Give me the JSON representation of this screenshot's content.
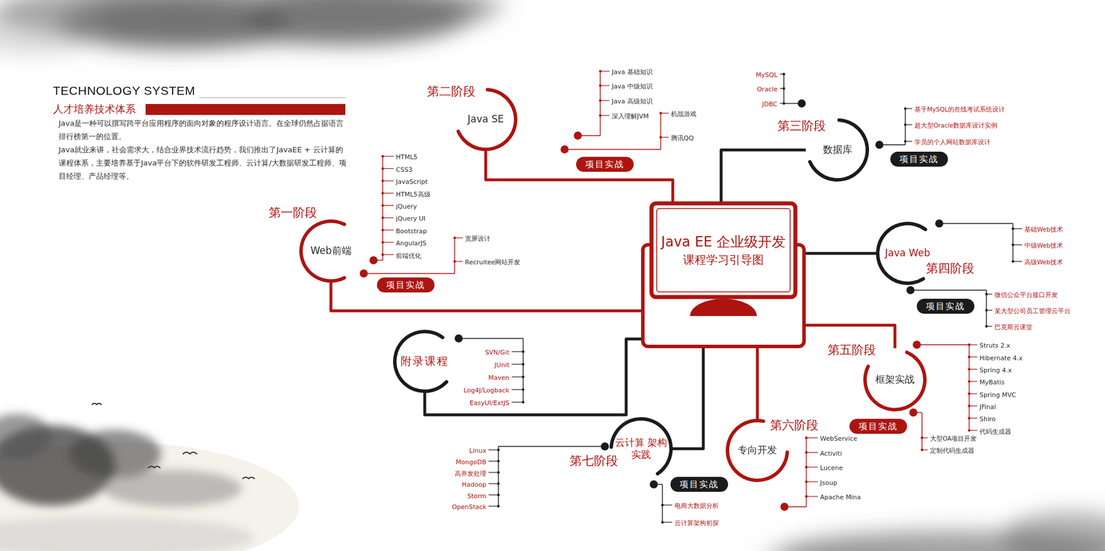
{
  "diagram": {
    "title": "TECHNOLOGY SYSTEM",
    "nodes": [
      {
        "text": [
          "Java EE 企业级开发",
          "课程学习引导图"
        ]
      },
      {
        "text": [
          "第一阶段",
          "Web前端"
        ]
      },
      {
        "text": [
          "项目实战"
        ]
      },
      {
        "text": [
          "第二阶段",
          "Java SE"
        ]
      },
      {
        "text": [
          "项目实战"
        ]
      },
      {
        "text": [
          "第三阶段",
          "数据库"
        ]
      },
      {
        "text": [
          "项目实战"
        ]
      },
      {
        "text": [
          "第四阶段",
          "Java Web"
        ]
      },
      {
        "text": [
          "项目实战"
        ]
      },
      {
        "text": [
          "第五阶段",
          "框架实战"
        ]
      },
      {
        "text": [
          "项目实战"
        ]
      },
      {
        "text": [
          "第六阶段",
          "专向开发"
        ]
      },
      {
        "text": [
          "附录课程"
        ]
      },
      {
        "text": [
          "第七阶段",
          "云计算 架构实践"
        ]
      },
      {
        "text": [
          "项目实战"
        ]
      }
    ],
    "edges": [
      {
        "from": 0,
        "to": 1,
        "arrow": "none"
      },
      {
        "from": 0,
        "to": 3,
        "arrow": "none"
      },
      {
        "from": 0,
        "to": 5,
        "arrow": "none"
      },
      {
        "from": 0,
        "to": 7,
        "arrow": "none"
      },
      {
        "from": 0,
        "to": 9,
        "arrow": "none"
      },
      {
        "from": 0,
        "to": 11,
        "arrow": "none"
      },
      {
        "from": 0,
        "to": 13,
        "arrow": "none"
      },
      {
        "from": 0,
        "to": 12,
        "arrow": "none"
      }
    ],
    "labels": [
      "人才培养技术体系",
      "Java是一种可以撰写跨平台应用程序的面向对象的程序设计语言。在全球仍然占据语言排行榜第一的位置。",
      "Java就业来讲，社会需求大，结合业界技术流行趋势，我们推出了JavaEE + 云计算的课程体系，主要培养基于Java平台下的软件研发工程师、云计算/大数据研发工程师、项目经理、产品经理等。",
      "HTML5",
      "CSS3",
      "JavaScript",
      "HTML5高级",
      "jQuery",
      "jQuery UI",
      "Bootstrap",
      "AngularJS",
      "前端优化",
      "宽屏设计",
      "Recruitee网站开发",
      "Java 基础知识",
      "Java 中级知识",
      "Java 高级知识",
      "深入理解JVM",
      "机战游戏",
      "腾讯QQ",
      "MySQL",
      "Oracle",
      "JDBC",
      "基于MySQL的在线考试系统设计",
      "超大型Oracle数据库设计实例",
      "学员的个人网站数据库设计",
      "基础Web技术",
      "中级Web技术",
      "高级Web技术",
      "微信公众平台接口开发",
      "某大型公司员工管理云平台",
      "巴克斯云课堂",
      "Struts 2.x",
      "Hibernate 4.x",
      "Spring 4.x",
      "MyBatis",
      "Spring MVC",
      "JFinal",
      "Shiro",
      "代码生成器",
      "大型OA项目开发",
      "定制代码生成器",
      "WebService",
      "Activiti",
      "Lucene",
      "Jsoup",
      "Apache Mina",
      "Linux",
      "MongoDB",
      "高并发处理",
      "Hadoop",
      "Storm",
      "OpenStack",
      "电商大数据分析",
      "云计算架构初探",
      "SVN/Git",
      "JUnit",
      "Maven",
      "Log4J/Logback",
      "EasyUI/ExtJS"
    ]
  }
}
